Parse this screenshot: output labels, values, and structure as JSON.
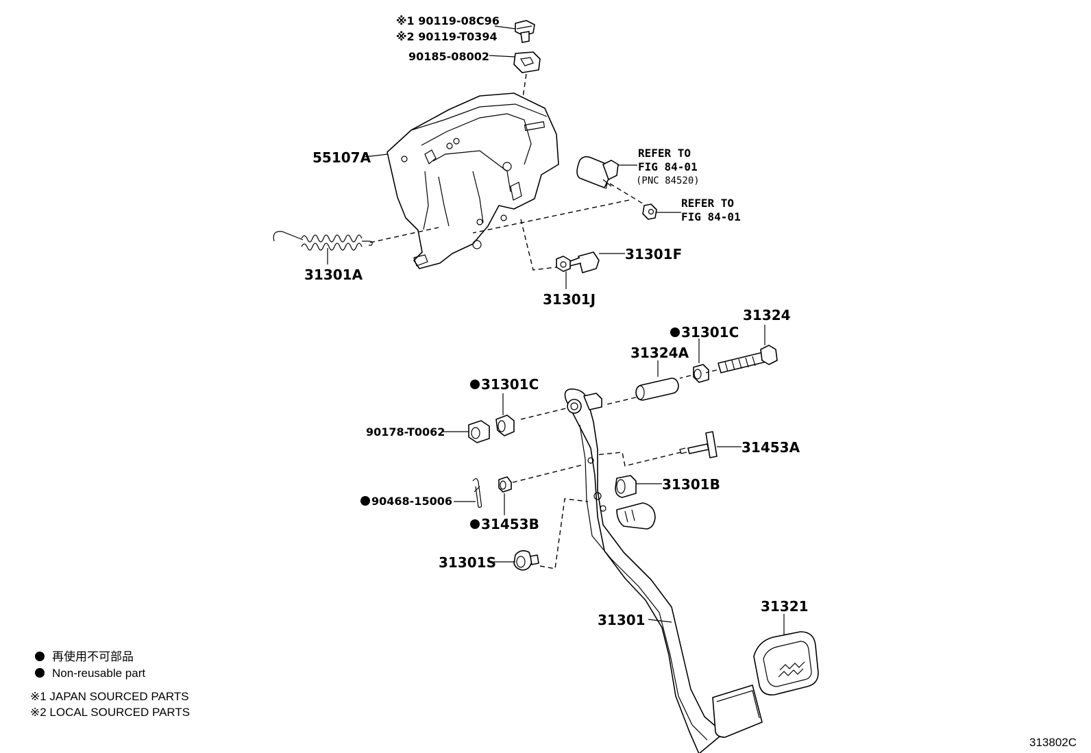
{
  "labels": {
    "bolt_japan": "※1 90119-08C96",
    "bolt_local": "※2 90119-T0394",
    "clip": "90185-08002",
    "bracket": "55107A",
    "refer1_l1": "REFER TO",
    "refer1_l2": "FIG 84-01",
    "refer1_l3": "(PNC 84520)",
    "refer2_l1": "REFER TO",
    "refer2_l2": "FIG 84-01",
    "spring": "31301A",
    "bolt_f": "31301F",
    "nut_j": "31301J",
    "shaft_bolt": "31324",
    "collar_right": "31301C",
    "sleeve": "31324A",
    "collar_left": "31301C",
    "nut_t": "90178-T0062",
    "pin_a": "31453A",
    "cushion_b": "31301B",
    "clip_pin": "90468-15006",
    "bushing_b": "31453B",
    "stopper_s": "31301S",
    "pedal": "31301",
    "pad": "31321"
  },
  "legend": {
    "non_reusable_jp": "再使用不可部品",
    "non_reusable_en": "Non-reusable part",
    "note1": "※1 JAPAN SOURCED PARTS",
    "note2": "※2 LOCAL SOURCED PARTS"
  },
  "figure_code": "313802C"
}
